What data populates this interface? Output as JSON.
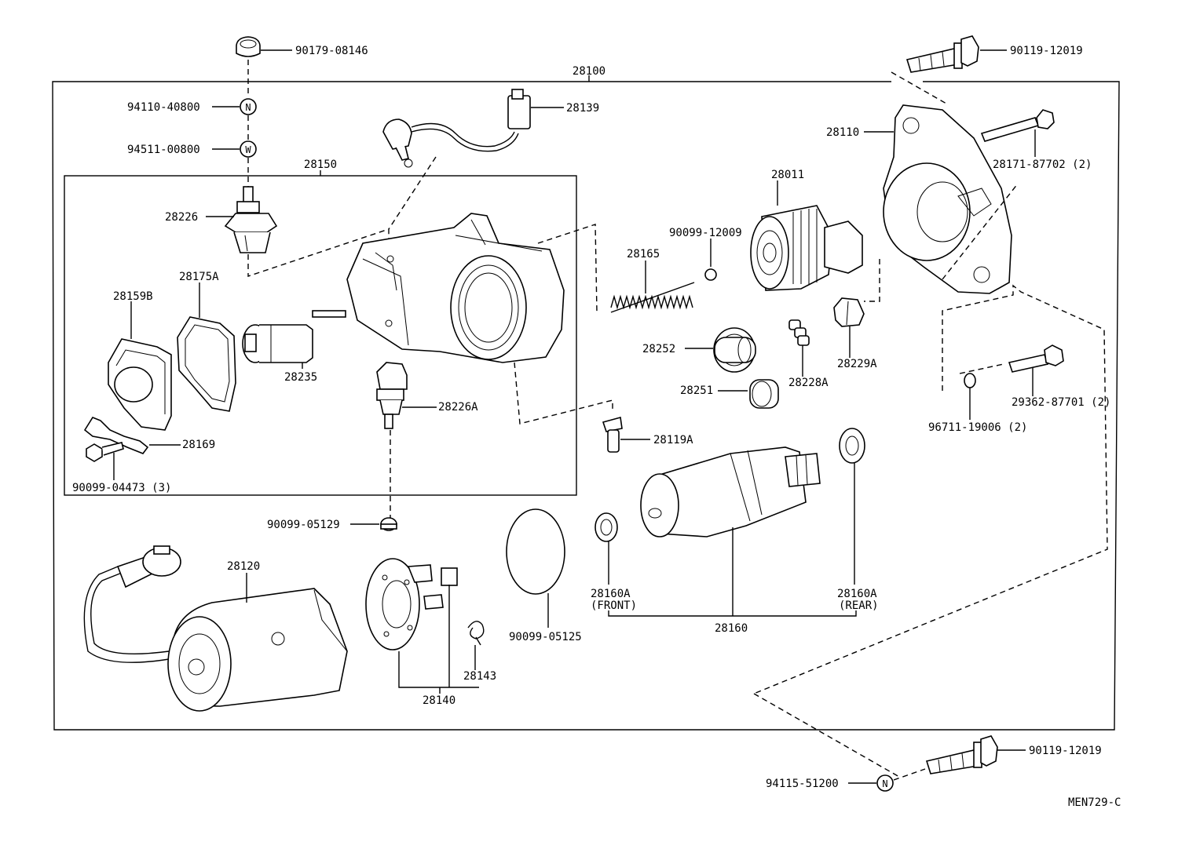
{
  "labels": {
    "p90179_08146": "90179-08146",
    "p90119_12019_top": "90119-12019",
    "p28100": "28100",
    "p94110_40800": "94110-40800",
    "p28139": "28139",
    "p28110": "28110",
    "p94511_00800": "94511-00800",
    "p28171_87702": "28171-87702 (2)",
    "p28150": "28150",
    "p28011": "28011",
    "p28226": "28226",
    "p90099_12009": "90099-12009",
    "p28165": "28165",
    "p28175A": "28175A",
    "p28159B": "28159B",
    "p28235": "28235",
    "p28252": "28252",
    "p28228A": "28228A",
    "p28229A": "28229A",
    "p28251": "28251",
    "p28226A": "28226A",
    "p29362_87701": "29362-87701 (2)",
    "p96711_19006": "96711-19006 (2)",
    "p28119A": "28119A",
    "p28169": "28169",
    "p90099_04473": "90099-04473 (3)",
    "p90099_05129": "90099-05129",
    "p28120": "28120",
    "p28160A_front": "28160A",
    "front_note": "(FRONT)",
    "p28160A_rear": "28160A",
    "rear_note": "(REAR)",
    "p28160": "28160",
    "p90099_05125": "90099-05125",
    "p28143": "28143",
    "p28140": "28140",
    "p90119_12019_bottom": "90119-12019",
    "p94115_51200": "94115-51200",
    "diagram_code": "MEN729-C",
    "nut_mark": "N",
    "washer_mark": "W",
    "nut_mark_bottom": "N"
  }
}
